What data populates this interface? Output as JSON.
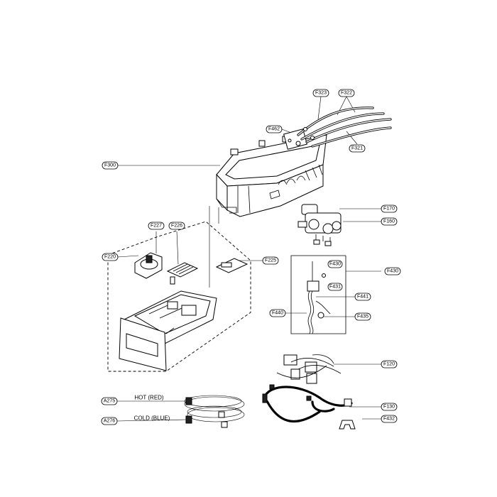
{
  "labels": {
    "F323": "F323",
    "F322": "F322",
    "F462": "F462",
    "F321": "F321",
    "F300": "F300",
    "F170": "F170",
    "F160": "F160",
    "F227": "F227",
    "F226": "F226",
    "F220": "F220",
    "F225": "F225",
    "F430_top": "F430",
    "F430": "F430",
    "F431": "F431",
    "F441": "F441",
    "F440": "F440",
    "F435": "F435",
    "F120": "F120",
    "A275": "A275",
    "A276": "A276",
    "F130": "F130",
    "F432": "F432"
  },
  "captions": {
    "hot": "HOT (RED)",
    "cold": "COLD (BLUE)"
  }
}
